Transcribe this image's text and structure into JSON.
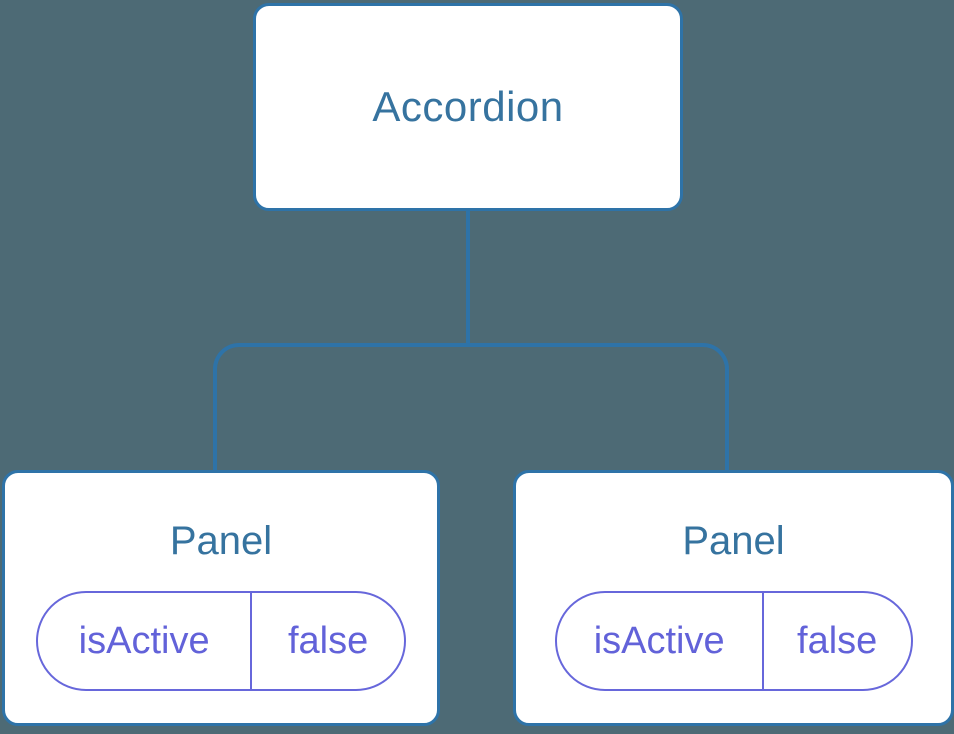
{
  "diagram": {
    "root": {
      "label": "Accordion"
    },
    "children": [
      {
        "label": "Panel",
        "state": {
          "key": "isActive",
          "value": "false"
        }
      },
      {
        "label": "Panel",
        "state": {
          "key": "isActive",
          "value": "false"
        }
      }
    ]
  },
  "colors": {
    "background": "#4D6A75",
    "connector": "#2E73A8",
    "node_border": "#2E73A8",
    "node_background": "#FFFFFF",
    "node_text": "#36739F",
    "state_accent": "#6767DB",
    "state_text": "#6262D9"
  }
}
